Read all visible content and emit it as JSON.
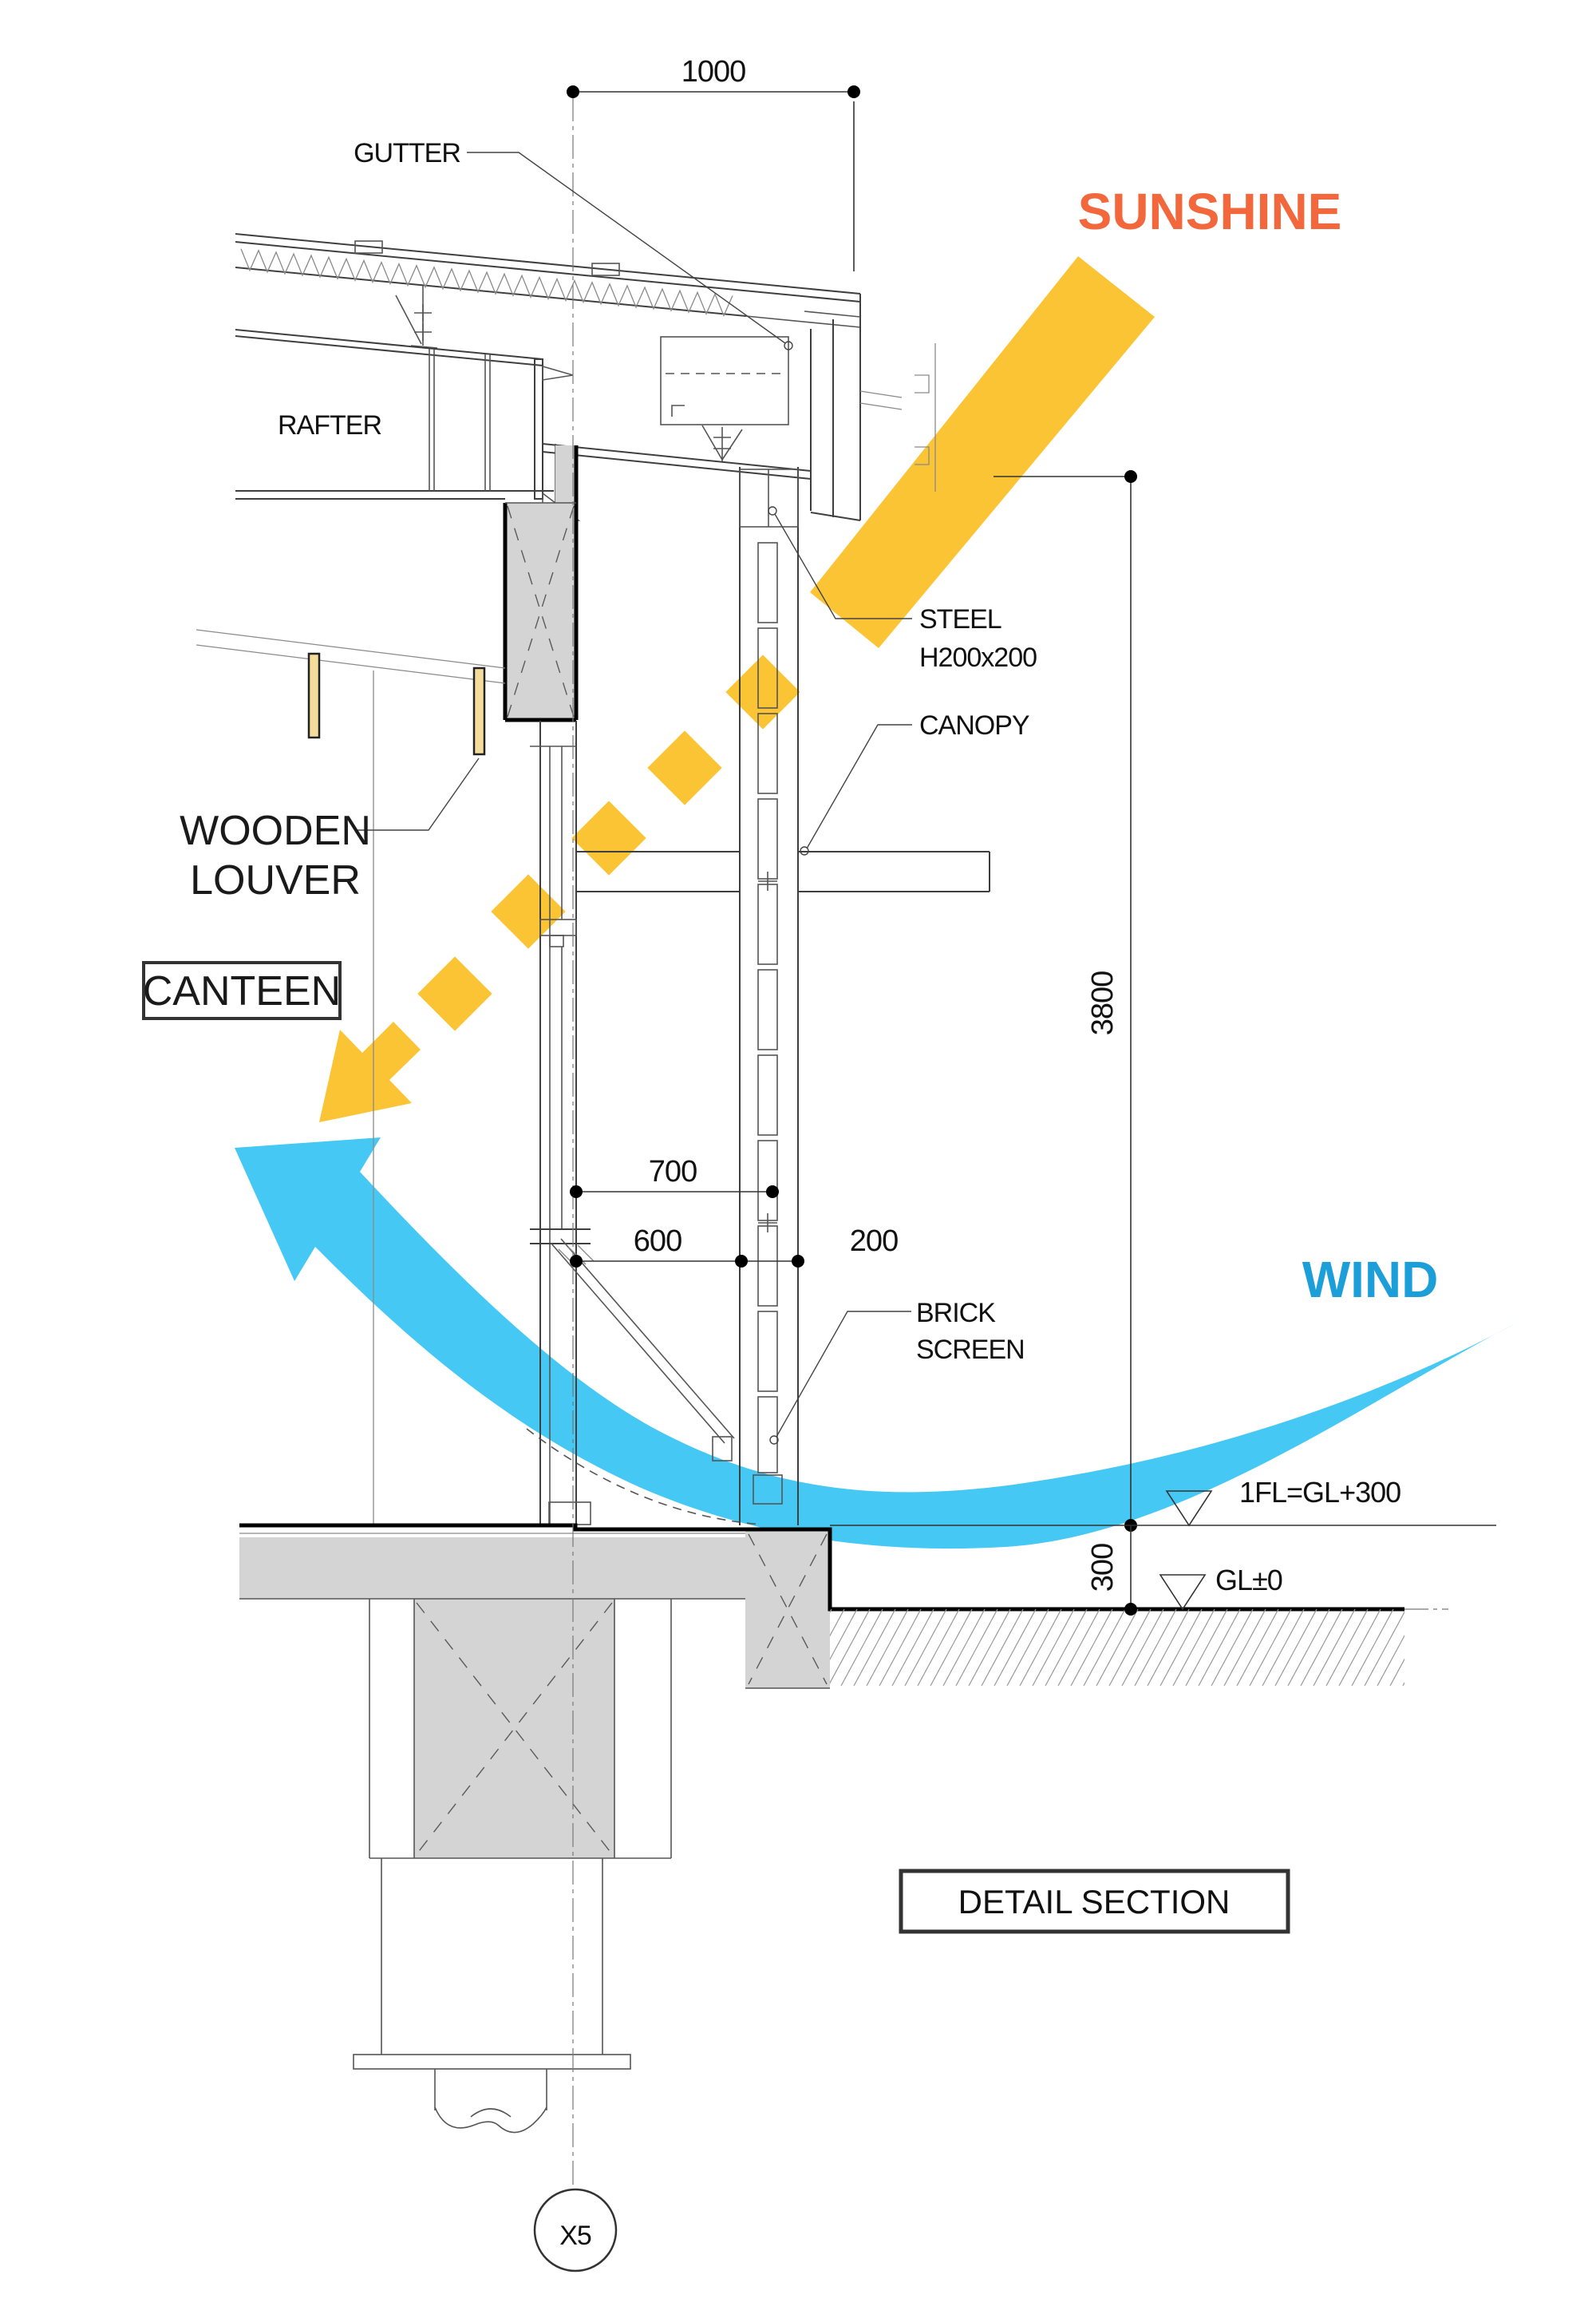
{
  "title": "DETAIL SECTION",
  "grid_bubble": "X5",
  "environment": {
    "sunshine_label": "SUNSHINE",
    "wind_label": "WIND"
  },
  "annotations": {
    "gutter": "GUTTER",
    "rafter": "RAFTER",
    "steel_line1": "STEEL",
    "steel_line2": "H200x200",
    "canopy": "CANOPY",
    "wooden_louver_line1": "WOODEN",
    "wooden_louver_line2": "LOUVER",
    "canteen": "CANTEEN",
    "brick_screen_line1": "BRICK",
    "brick_screen_line2": "SCREEN"
  },
  "dimensions": {
    "roof_overhang": "1000",
    "screen_height": "3800",
    "plinth_height": "300",
    "gap_700": "700",
    "gap_600": "600",
    "gap_200": "200"
  },
  "levels": {
    "first_floor": "1FL=GL+300",
    "ground": "GL±0"
  },
  "colors": {
    "sun_yellow": "#FBC434",
    "sunshine_text": "#F2673C",
    "wind_blue": "#45C8F4",
    "wind_text": "#1C9FD8",
    "concrete": "#D4D4D4",
    "wood": "#F3DC9C"
  }
}
